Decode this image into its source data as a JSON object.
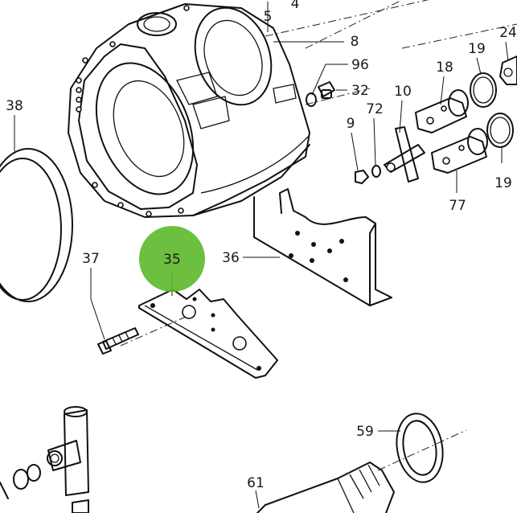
{
  "highlight": {
    "color": "#5cb82a",
    "label": "35"
  },
  "callouts": [
    {
      "id": "c4",
      "text": "4"
    },
    {
      "id": "c5",
      "text": "5"
    },
    {
      "id": "c8",
      "text": "8"
    },
    {
      "id": "c96",
      "text": "96"
    },
    {
      "id": "c32",
      "text": "32"
    },
    {
      "id": "c38",
      "text": "38"
    },
    {
      "id": "c19a",
      "text": "19"
    },
    {
      "id": "c24",
      "text": "24"
    },
    {
      "id": "c18",
      "text": "18"
    },
    {
      "id": "c10",
      "text": "10"
    },
    {
      "id": "c72",
      "text": "72"
    },
    {
      "id": "c9",
      "text": "9"
    },
    {
      "id": "c19b",
      "text": "19"
    },
    {
      "id": "c77",
      "text": "77"
    },
    {
      "id": "c37",
      "text": "37"
    },
    {
      "id": "c36",
      "text": "36"
    },
    {
      "id": "c59",
      "text": "59"
    },
    {
      "id": "c61",
      "text": "61"
    }
  ]
}
